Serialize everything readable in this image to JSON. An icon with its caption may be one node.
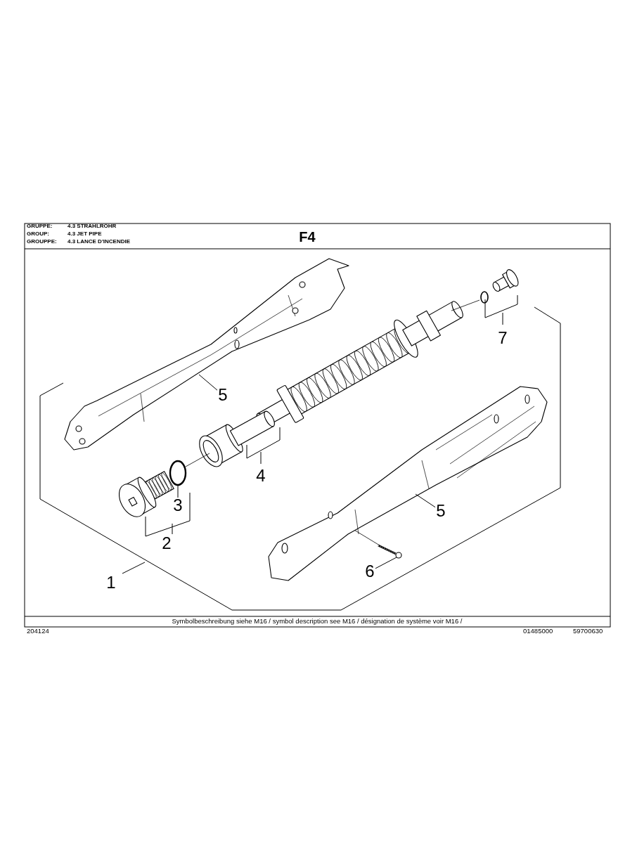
{
  "diagram": {
    "nodes": [
      {
        "text": [
          "3"
        ]
      },
      {
        "text": [
          "5"
        ]
      },
      {
        "text": [
          "5"
        ]
      },
      {
        "text": [
          "6"
        ]
      },
      {
        "text": [],
        "shape": "picture"
      },
      {
        "text": [],
        "shape": "picture"
      },
      {
        "text": [],
        "shape": "picture"
      },
      {
        "text": [],
        "shape": "picture"
      }
    ],
    "edges": [
      {
        "from": 0,
        "to": 4,
        "arrow": "none"
      },
      {
        "from": 1,
        "to": 5,
        "arrow": "none"
      },
      {
        "from": 2,
        "to": 6,
        "arrow": "none"
      },
      {
        "from": 3,
        "to": 7,
        "arrow": "none"
      }
    ],
    "labels": [
      "GRUPPE:",
      "4.3 STRAHLROHR",
      "GROUP:",
      "4.3 JET PIPE",
      "GROUPPE:",
      "4.3 LANCE D'INCENDIE",
      "F4",
      "7",
      "4",
      "2",
      "1",
      "Symbolbeschreibung siehe M16 / symbol description see M16 / désignation de système voir M16 /",
      "204124",
      "01485000",
      "59700630"
    ]
  }
}
